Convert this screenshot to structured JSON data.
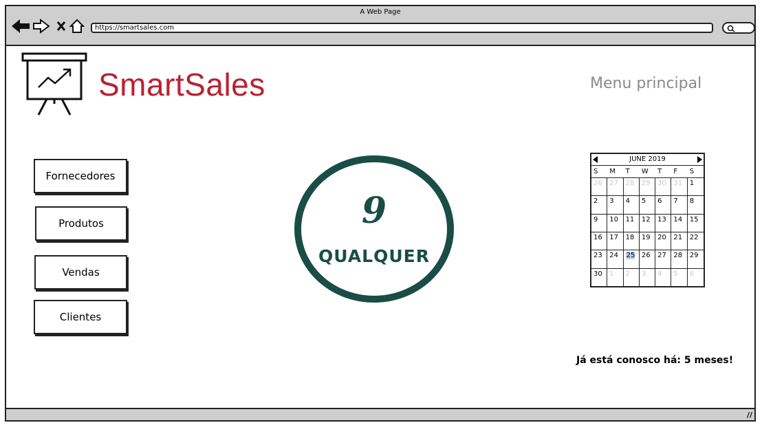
{
  "window": {
    "title": "A Web Page"
  },
  "browser": {
    "url": "https://smartsales.com"
  },
  "header": {
    "brand": "SmartSales",
    "menu_title": "Menu principal"
  },
  "menu": {
    "buttons": [
      {
        "label": "Fornecedores"
      },
      {
        "label": "Produtos"
      },
      {
        "label": "Vendas"
      },
      {
        "label": "Clientes"
      }
    ]
  },
  "counter": {
    "value": "9",
    "label": "QUALQUER"
  },
  "calendar": {
    "month_label": "JUNE 2019",
    "weekdays": [
      "S",
      "M",
      "T",
      "W",
      "T",
      "F",
      "S"
    ],
    "selected_day": "25",
    "days": [
      {
        "d": "26",
        "dim": true
      },
      {
        "d": "27",
        "dim": true
      },
      {
        "d": "28",
        "dim": true
      },
      {
        "d": "29",
        "dim": true
      },
      {
        "d": "30",
        "dim": true
      },
      {
        "d": "31",
        "dim": true
      },
      {
        "d": "1"
      },
      {
        "d": "2"
      },
      {
        "d": "3"
      },
      {
        "d": "4"
      },
      {
        "d": "5"
      },
      {
        "d": "6"
      },
      {
        "d": "7"
      },
      {
        "d": "8"
      },
      {
        "d": "9"
      },
      {
        "d": "10"
      },
      {
        "d": "11"
      },
      {
        "d": "12"
      },
      {
        "d": "13"
      },
      {
        "d": "14"
      },
      {
        "d": "15"
      },
      {
        "d": "16"
      },
      {
        "d": "17"
      },
      {
        "d": "18"
      },
      {
        "d": "19"
      },
      {
        "d": "20"
      },
      {
        "d": "21"
      },
      {
        "d": "22"
      },
      {
        "d": "23"
      },
      {
        "d": "24"
      },
      {
        "d": "25",
        "today": true
      },
      {
        "d": "26"
      },
      {
        "d": "27"
      },
      {
        "d": "28"
      },
      {
        "d": "29"
      },
      {
        "d": "30"
      },
      {
        "d": "1",
        "dim": true
      },
      {
        "d": "2",
        "dim": true
      },
      {
        "d": "3",
        "dim": true
      },
      {
        "d": "4",
        "dim": true
      },
      {
        "d": "5",
        "dim": true
      },
      {
        "d": "6",
        "dim": true
      }
    ]
  },
  "footer_note": "Já está conosco há: 5 meses!",
  "colors": {
    "brand": "#b82232",
    "accent": "#1a4d45",
    "muted": "#8a8a8a",
    "chrome": "#cfcfcf"
  },
  "icons": [
    "back-arrow-icon",
    "forward-arrow-icon",
    "close-icon",
    "home-icon",
    "search-icon",
    "presentation-chart-icon",
    "resize-grip-icon"
  ]
}
